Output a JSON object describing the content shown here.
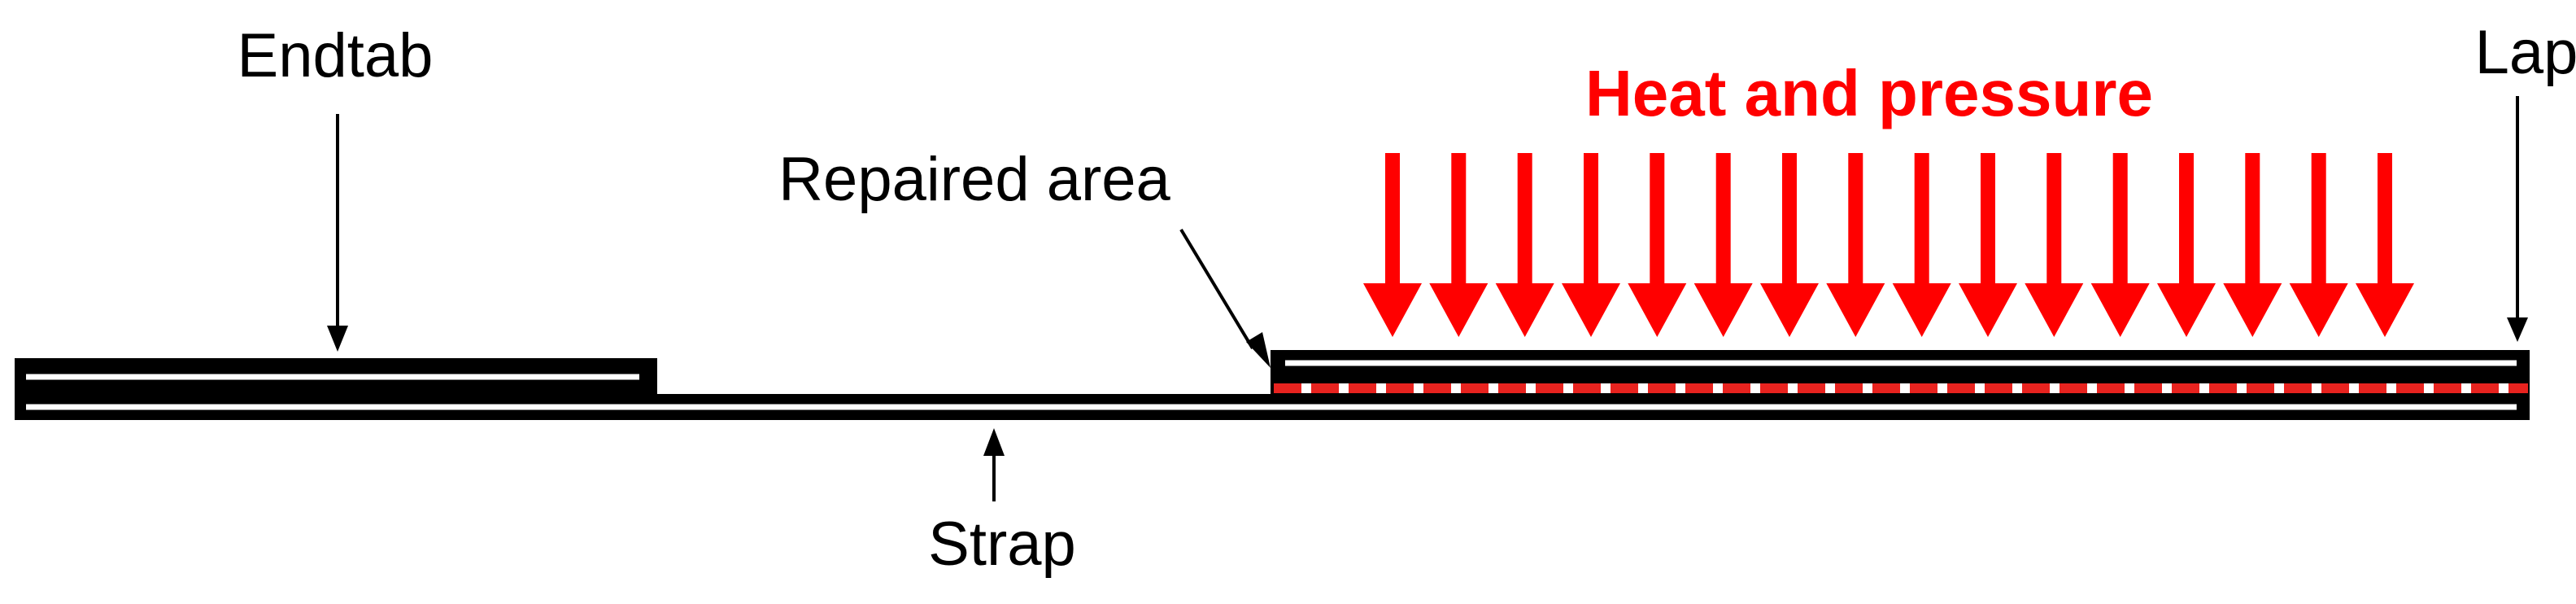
{
  "labels": {
    "endtab": "Endtab",
    "strap": "Strap",
    "repaired_area": "Repaired area",
    "heat_pressure": "Heat and pressure",
    "lap": "Lap"
  },
  "colors": {
    "outline": "#000000",
    "heat_arrows": "#ff0000",
    "heat_text": "#ff0000",
    "repair_line": "#e8231f",
    "background": "#ffffff"
  },
  "heat_arrows": {
    "count": 16
  }
}
